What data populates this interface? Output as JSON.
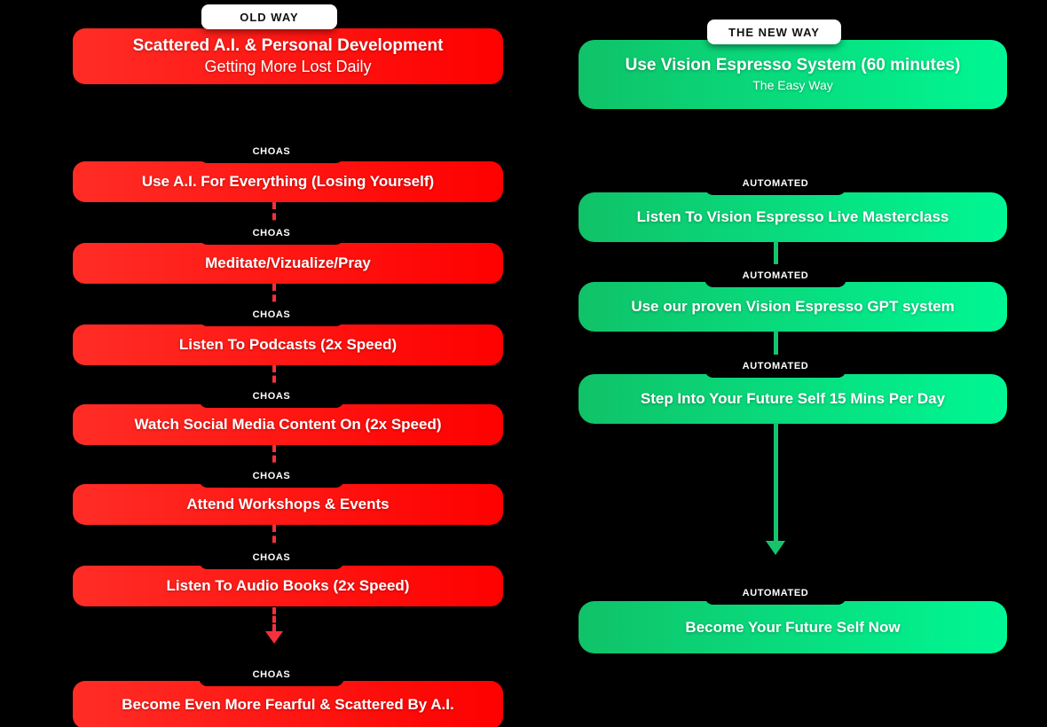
{
  "diagram": {
    "background": "#000000",
    "old_way": {
      "tag": "OLD WAY",
      "header": {
        "title": "Scattered A.I. & Personal Development",
        "subtitle": "Getting More Lost Daily"
      },
      "connector_label": "CHOAS",
      "steps": [
        "Use A.I. For Everything (Losing Yourself)",
        "Meditate/Vizualize/Pray",
        "Listen To Podcasts  (2x Speed)",
        "Watch Social Media Content On (2x Speed)",
        "Attend Workshops & Events",
        "Listen To Audio Books  (2x Speed)",
        "Become Even More Fearful & Scattered By A.I."
      ],
      "colors": {
        "box_gradient_start": "#ff2d26",
        "box_gradient_end": "#fe0000",
        "arrow": "#f6303c",
        "tag_bg": "#ffffff",
        "tag_text": "#111111",
        "label_text": "#ffffff"
      }
    },
    "new_way": {
      "tag": "THE NEW WAY",
      "header": {
        "title": "Use Vision Espresso System (60 minutes)",
        "subtitle": "The Easy Way"
      },
      "connector_label": "AUTOMATED",
      "steps": [
        "Listen To Vision Espresso Live Masterclass",
        "Use our proven Vision Espresso GPT system",
        "Step Into Your Future Self 15 Mins Per Day",
        "Become Your Future Self Now"
      ],
      "colors": {
        "box_gradient_start": "#10c268",
        "box_gradient_end": "#00f794",
        "arrow": "#16c46e",
        "tag_bg": "#ffffff",
        "tag_text": "#111111",
        "label_text": "#ffffff"
      }
    }
  }
}
